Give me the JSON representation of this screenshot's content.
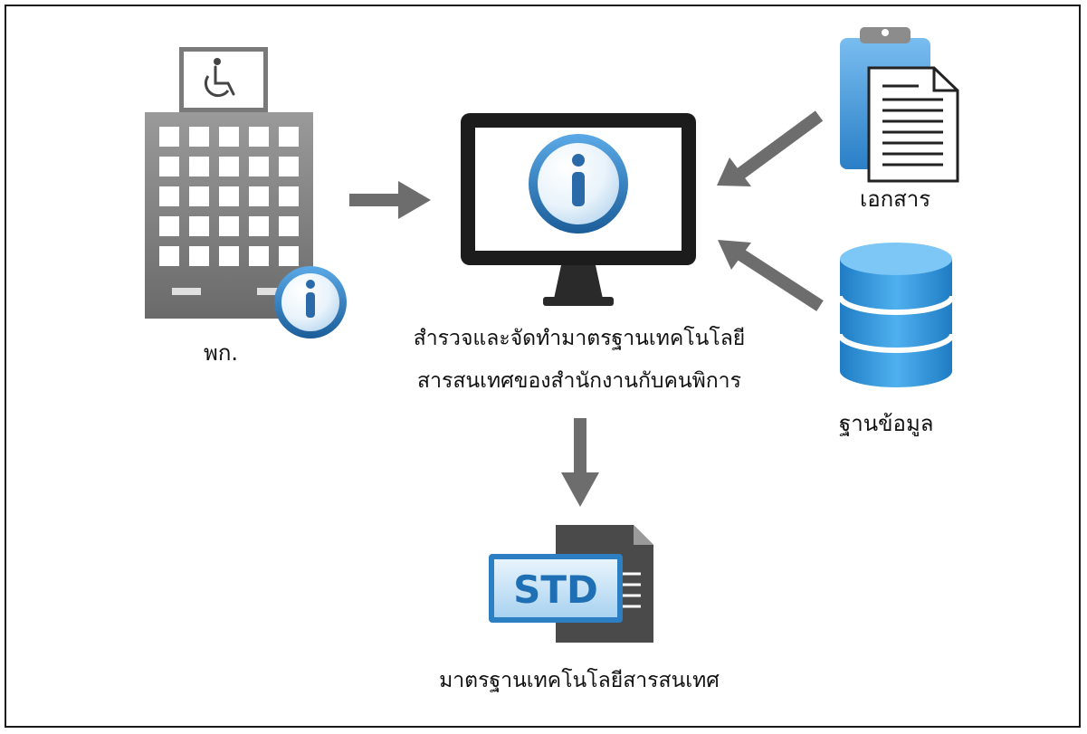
{
  "nodes": {
    "office": {
      "label": "พก."
    },
    "system": {
      "line1": "สำรวจและจัดทำมาตรฐานเทคโนโลยี",
      "line2": "สารสนเทศของสำนักงานกับคนพิการ"
    },
    "documents": {
      "label": "เอกสาร"
    },
    "database": {
      "label": "ฐานข้อมูล"
    },
    "standard": {
      "label": "มาตรฐานเทคโนโลยีสารสนเทศ",
      "badge": "STD"
    }
  },
  "colors": {
    "arrow": "#6d6d6d",
    "building": "#8a8a8a",
    "info_blue": "#2f7fc0",
    "database": "#2d8fd6",
    "clipboard": "#4b9ee0"
  }
}
